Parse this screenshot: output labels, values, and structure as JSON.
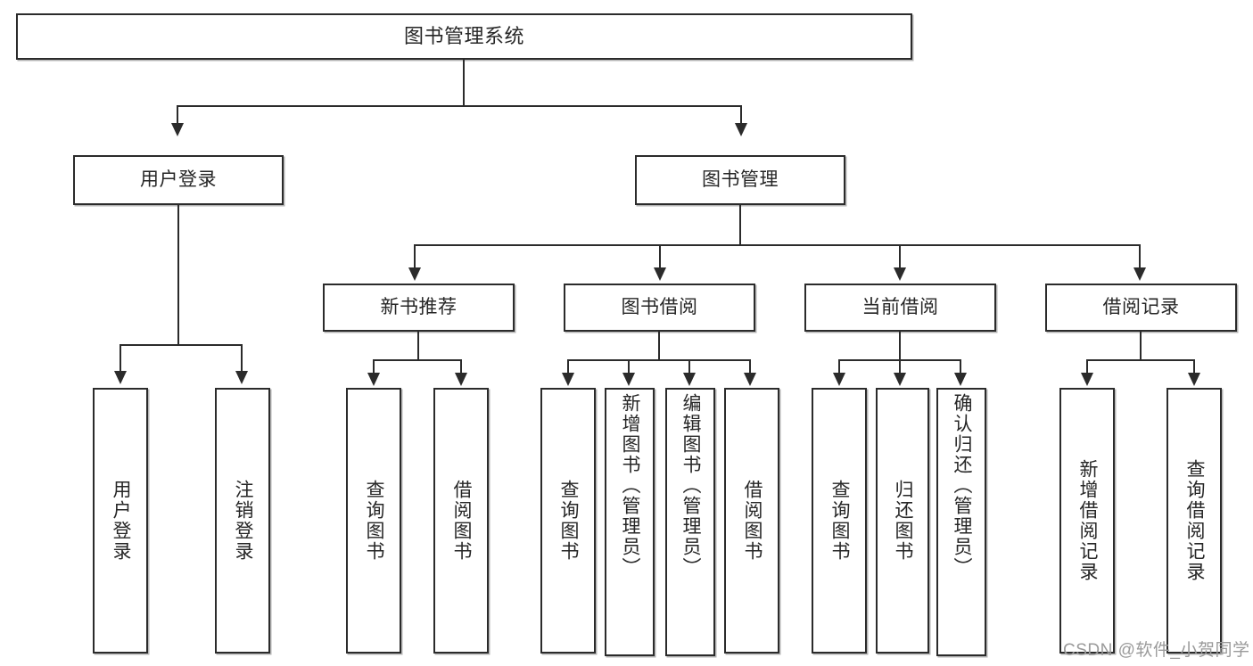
{
  "diagram": {
    "title": "图书管理系统",
    "watermark": "CSDN @软件_小贺同学",
    "type": "tree",
    "colors": {
      "box_border": "#2b2b2b",
      "box_fill": "#ffffff",
      "text": "#262626",
      "connector": "#2b2b2b",
      "watermark": "#9a9a9a",
      "background": "#ffffff"
    },
    "root": {
      "label": "图书管理系统"
    },
    "level1": [
      {
        "label": "用户登录"
      },
      {
        "label": "图书管理"
      }
    ],
    "level2": [
      {
        "label": "新书推荐"
      },
      {
        "label": "图书借阅"
      },
      {
        "label": "当前借阅"
      },
      {
        "label": "借阅记录"
      }
    ],
    "leaves": {
      "user_login": [
        {
          "label": "用户登录"
        },
        {
          "label": "注销登录"
        }
      ],
      "new_book_recommend": [
        {
          "label": "查询图书"
        },
        {
          "label": "借阅图书"
        }
      ],
      "book_borrow": [
        {
          "label": "查询图书"
        },
        {
          "label": "新增图书（管理员）"
        },
        {
          "label": "编辑图书（管理员）"
        },
        {
          "label": "借阅图书"
        }
      ],
      "current_borrow": [
        {
          "label": "查询图书"
        },
        {
          "label": "归还图书"
        },
        {
          "label": "确认归还（管理员）"
        }
      ],
      "borrow_record": [
        {
          "label": "新增借阅记录"
        },
        {
          "label": "查询借阅记录"
        }
      ]
    }
  }
}
